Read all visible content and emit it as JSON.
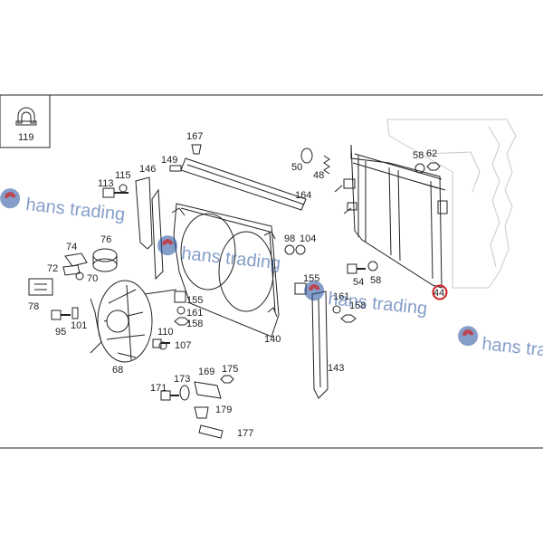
{
  "highlight_color": "#cc1f1f",
  "watermark": {
    "text": "hans trading",
    "text_color": "#1f4e9c",
    "logo_colors": [
      "#1f4e9c",
      "#d32020"
    ],
    "icon": "hans-trading-logo-icon"
  },
  "inset_label": "119",
  "labels": {
    "l119": "119",
    "l167": "167",
    "l149": "149",
    "l146": "146",
    "l115": "115",
    "l113": "113",
    "l76": "76",
    "l74": "74",
    "l72": "72",
    "l70": "70",
    "l78": "78",
    "l95": "95",
    "l101": "101",
    "l68": "68",
    "l155a": "155",
    "l161a": "161",
    "l158a": "158",
    "l110": "110",
    "l107": "107",
    "l171": "171",
    "l173": "173",
    "l169": "169",
    "l175": "175",
    "l179": "179",
    "l177": "177",
    "l164": "164",
    "l98": "98",
    "l104": "104",
    "l140": "140",
    "l50": "50",
    "l48": "48",
    "l58a": "58",
    "l62": "62",
    "l54": "54",
    "l58b": "58",
    "l155b": "155",
    "l161b": "161",
    "l158b": "158",
    "l143": "143",
    "l44": "44"
  }
}
